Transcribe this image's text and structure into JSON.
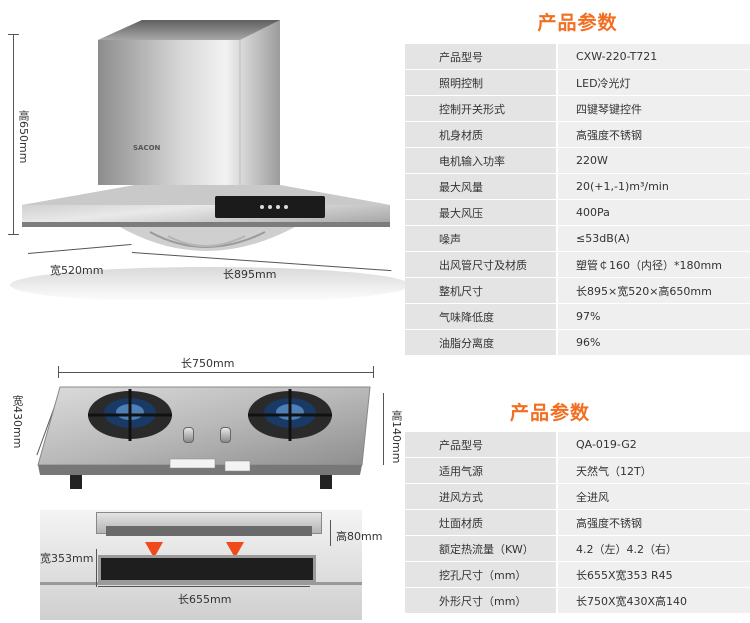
{
  "hood": {
    "dims": {
      "height": "高650mm",
      "depth": "宽520mm",
      "length": "长895mm"
    },
    "brand": "SACON",
    "title": "产品参数",
    "specs": [
      {
        "k": "产品型号",
        "v": "CXW-220-T721"
      },
      {
        "k": "照明控制",
        "v": "LED冷光灯"
      },
      {
        "k": "控制开关形式",
        "v": "四键琴键控件"
      },
      {
        "k": "机身材质",
        "v": "高强度不锈钢"
      },
      {
        "k": "电机输入功率",
        "v": "220W"
      },
      {
        "k": "最大风量",
        "v": "20(+1,-1)m³/min"
      },
      {
        "k": "最大风压",
        "v": "400Pa"
      },
      {
        "k": "噪声",
        "v": "≤53dB(A)"
      },
      {
        "k": "出风管尺寸及材质",
        "v": "塑管￠160（内径）*180mm"
      },
      {
        "k": "整机尺寸",
        "v": "长895×宽520×高650mm"
      },
      {
        "k": "气味降低度",
        "v": "97%"
      },
      {
        "k": "油脂分离度",
        "v": "96%"
      }
    ]
  },
  "stove": {
    "dims": {
      "length": "长750mm",
      "width": "宽430mm",
      "height": "高140mm"
    },
    "cut_dims": {
      "height": "高80mm",
      "width": "宽353mm",
      "length": "长655mm"
    },
    "title": "产品参数",
    "specs": [
      {
        "k": "产品型号",
        "v": "QA-019-G2"
      },
      {
        "k": "适用气源",
        "v": "天然气（12T）"
      },
      {
        "k": "进风方式",
        "v": "全进风"
      },
      {
        "k": "灶面材质",
        "v": "高强度不锈钢"
      },
      {
        "k": "额定热流量（KW）",
        "v": "4.2（左）4.2（右）"
      },
      {
        "k": "挖孔尺寸（mm）",
        "v": "长655X宽353 R45"
      },
      {
        "k": "外形尺寸（mm）",
        "v": "长750X宽430X高140"
      }
    ]
  },
  "colors": {
    "accent": "#f26f21",
    "arrow": "#f04a1a"
  }
}
